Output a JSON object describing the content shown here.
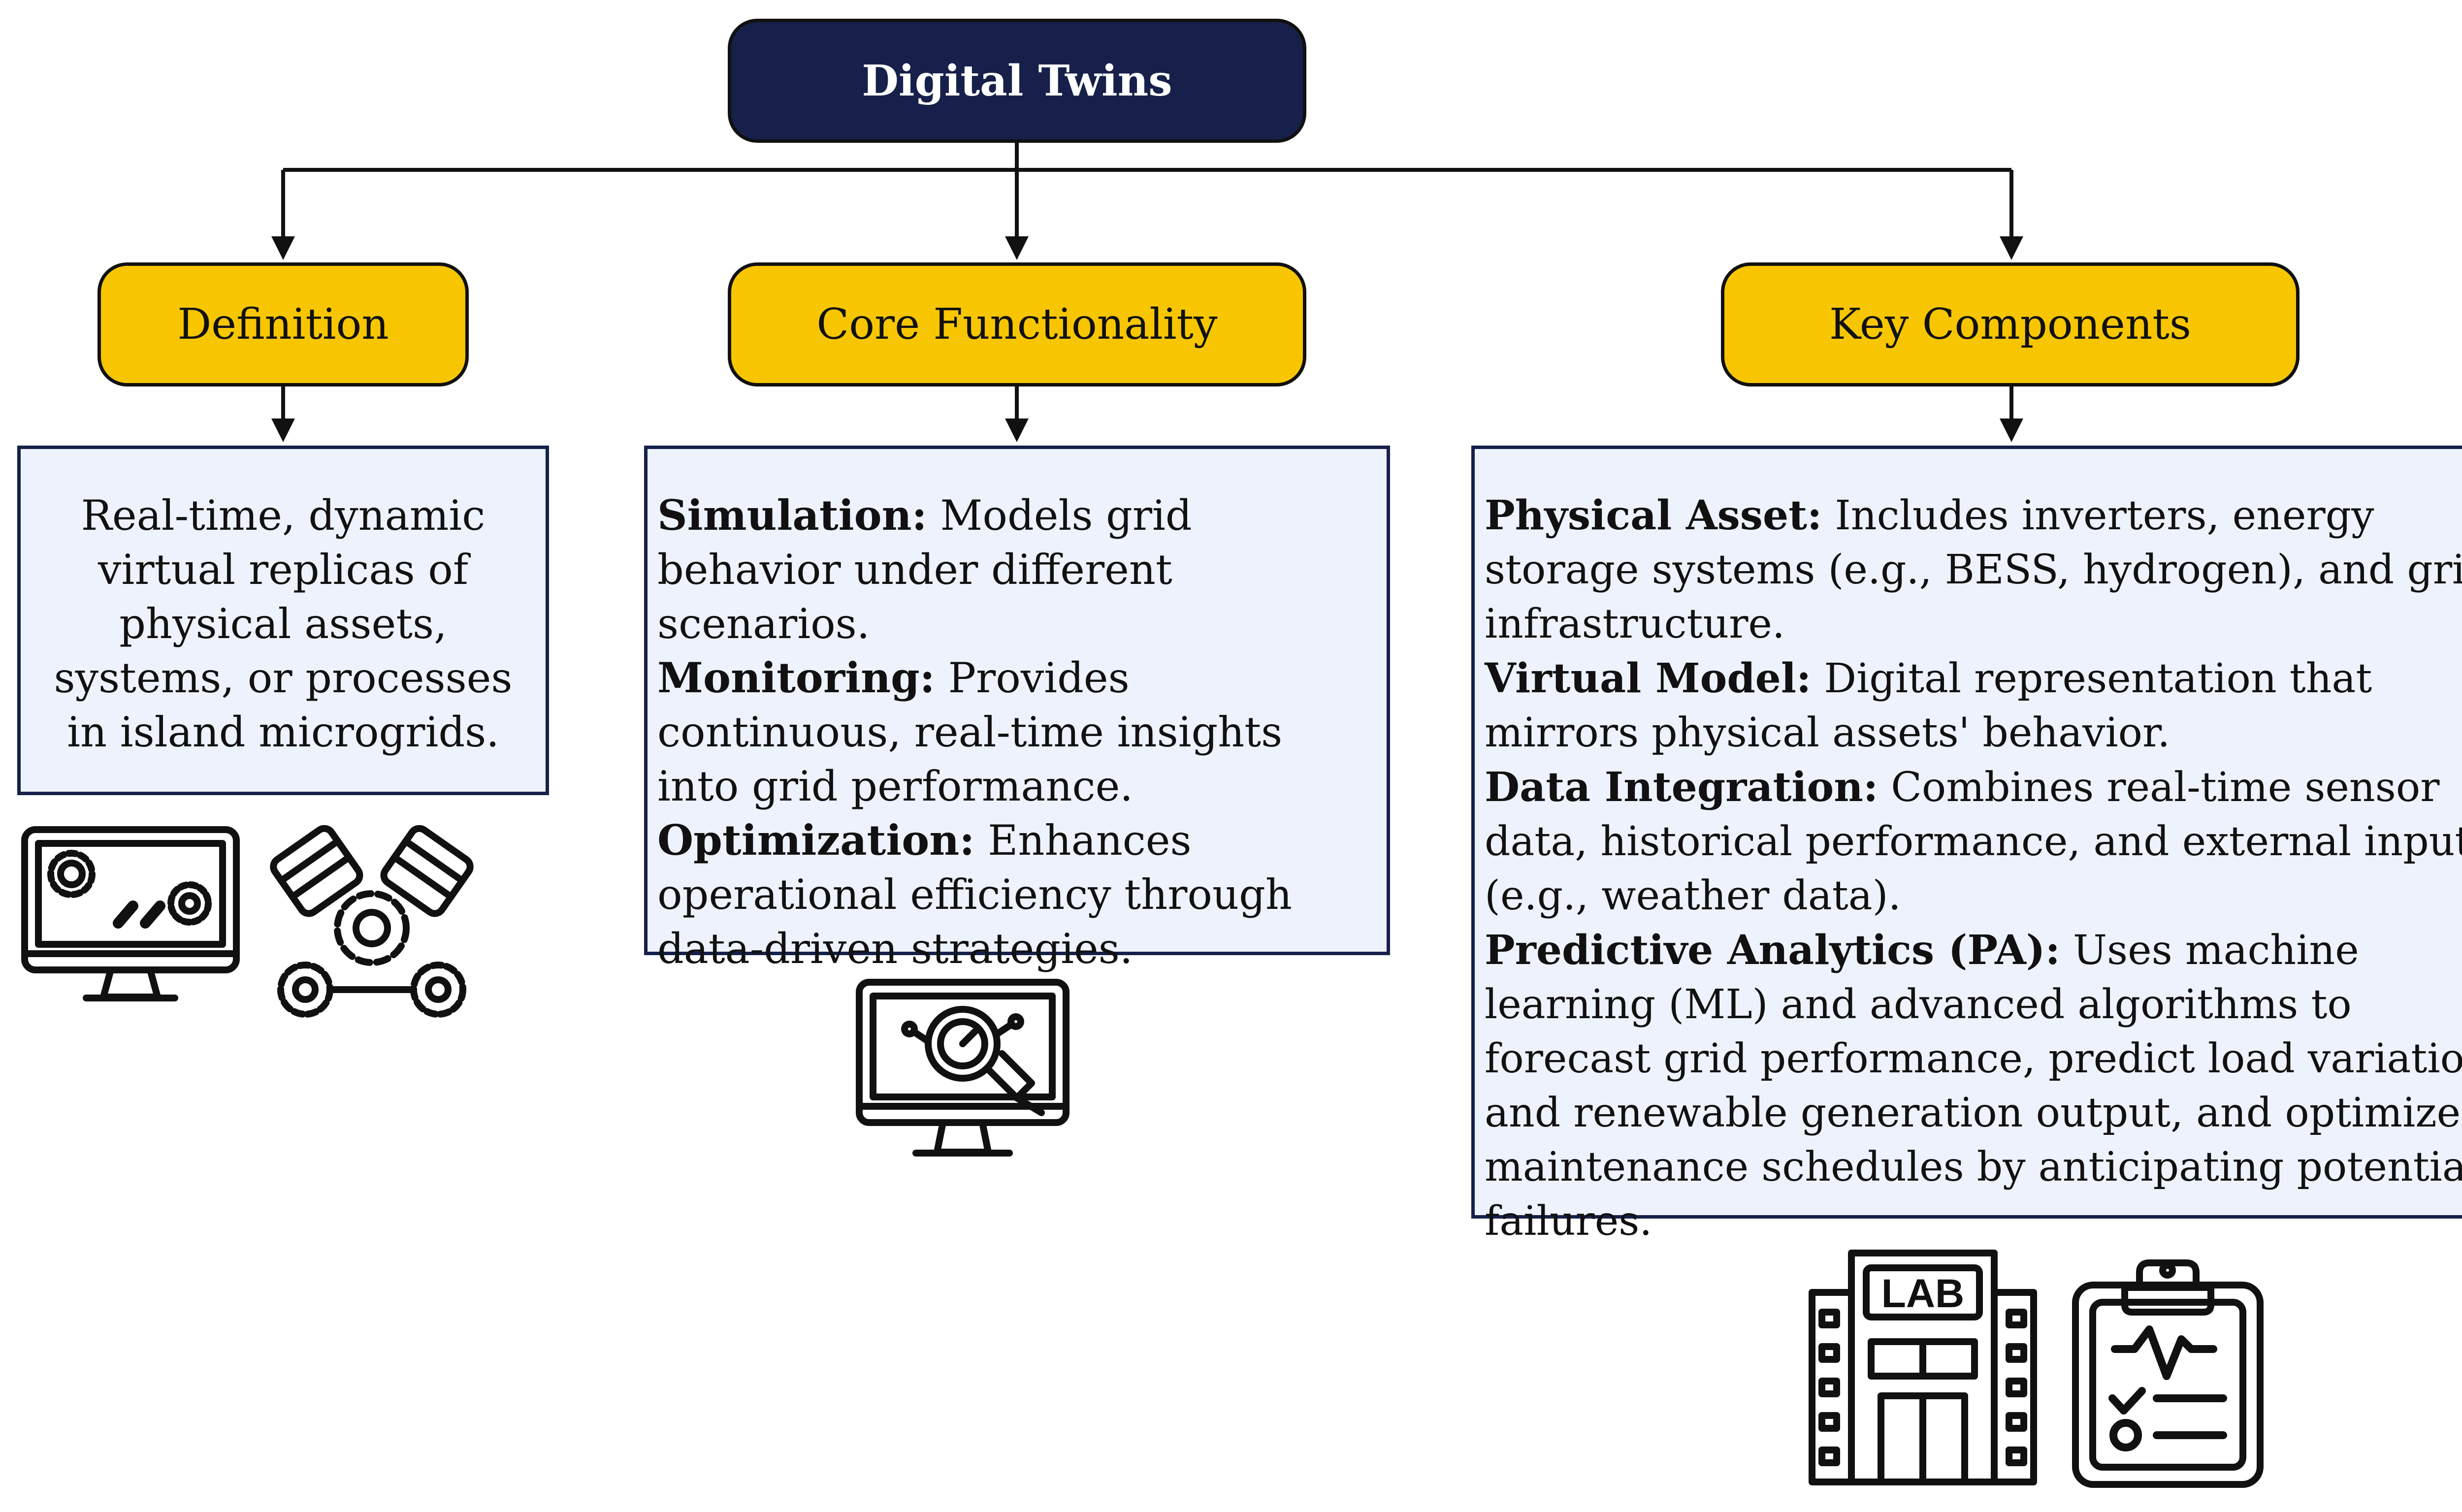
{
  "root": {
    "label": "Digital Twins"
  },
  "sections": {
    "definition": {
      "label": "Definition",
      "text": "Real-time, dynamic virtual replicas of physical assets, systems, or processes in island microgrids."
    },
    "core": {
      "label": "Core Functionality",
      "items": [
        {
          "head": "Simulation:",
          "body": "Models grid behavior under different scenarios."
        },
        {
          "head": "Monitoring:",
          "body": "Provides continuous, real-time insights into grid performance."
        },
        {
          "head": "Optimization:",
          "body": "Enhances operational efficiency through data-driven strategies."
        }
      ]
    },
    "components": {
      "label": "Key Components",
      "items": [
        {
          "head": "Physical Asset:",
          "body": "Includes inverters, energy storage systems (e.g., BESS, hydrogen), and grid infrastructure."
        },
        {
          "head": "Virtual Model:",
          "body": "Digital representation that mirrors physical assets' behavior."
        },
        {
          "head": "Data Integration:",
          "body": "Combines real-time sensor data, historical performance, and external inputs (e.g., weather data)."
        },
        {
          "head": "Predictive Analytics (PA):",
          "body": "Uses machine learning (ML) and advanced algorithms to forecast grid performance, predict load variations and renewable generation output, and optimize maintenance schedules by anticipating potential failures."
        }
      ]
    }
  },
  "icons": {
    "lab_sign": "LAB",
    "names": [
      "monitor-gears-icon",
      "engine-gears-icon",
      "monitor-magnifier-icon",
      "lab-building-icon",
      "clipboard-checklist-icon"
    ]
  },
  "colors": {
    "root_fill": "#16204a",
    "section_fill": "#f7c600",
    "panel_fill": "#edf2fc",
    "panel_border": "#16204a",
    "line": "#111111"
  }
}
